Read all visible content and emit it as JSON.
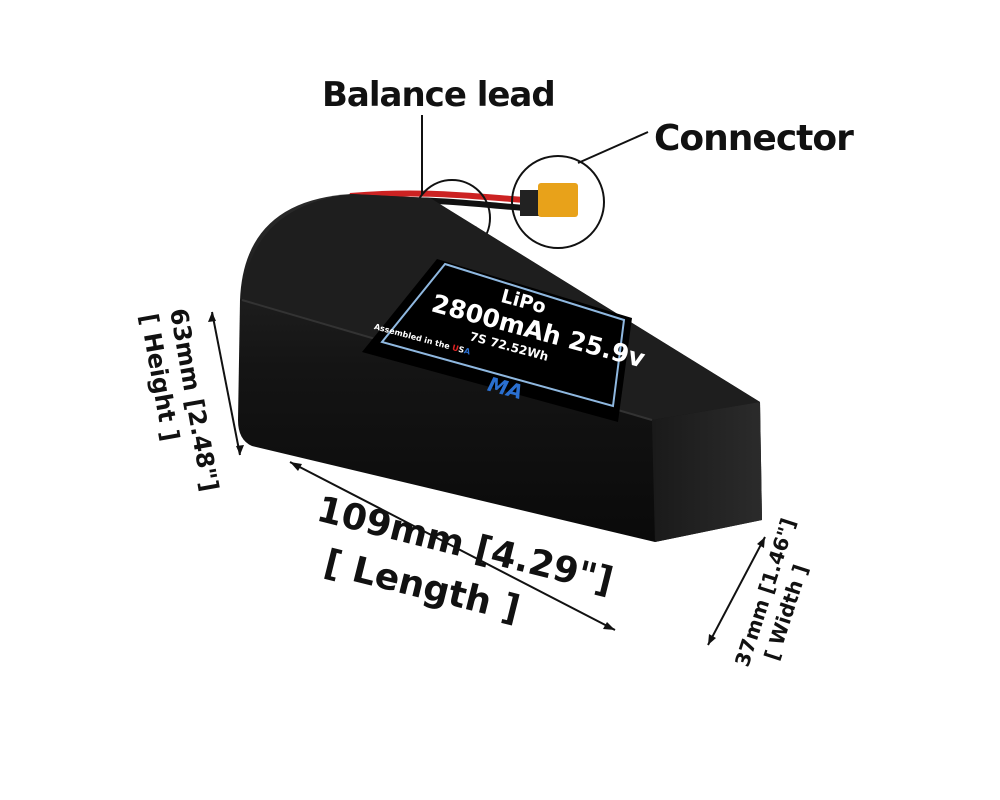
{
  "callouts": {
    "balance_lead": "Balance lead",
    "connector": "Connector"
  },
  "label": {
    "chemistry": "LiPo",
    "capacity_voltage": "2800mAh 25.9v",
    "config_energy": "7S 72.52Wh",
    "assembled_prefix": "Assembled in the ",
    "assembled_u": "U",
    "assembled_s": "S",
    "assembled_a": "A",
    "logo": "MA"
  },
  "dimensions": {
    "height_value": "63mm [2.48\"]",
    "height_label": "[ Height ]",
    "length_value": "109mm [4.29\"]",
    "length_label": "[ Length ]",
    "width_value": "37mm [1.46\"]",
    "width_label": "[ Width ]"
  },
  "colors": {
    "battery": "#141414",
    "label_border": "#8fb8e0",
    "connector": "#e8a21a",
    "usa_red": "#d22",
    "usa_blue": "#2a6fd0"
  }
}
